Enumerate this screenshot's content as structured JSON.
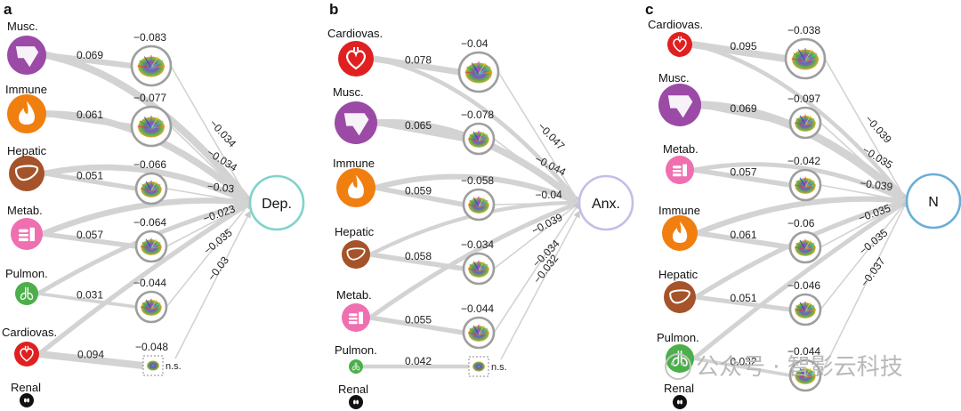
{
  "panels": [
    {
      "letter": "a",
      "outcome": {
        "label": "Dep.",
        "color": "#7fd3c9"
      },
      "organs": [
        {
          "label": "Musc.",
          "icon": "muscle-icon",
          "color": "#9b4aa6",
          "direct": "−0.083",
          "to_brain": "0.069",
          "brain_to_outcome": "−0.034",
          "brain_ns": false
        },
        {
          "label": "Immune",
          "icon": "flame-icon",
          "color": "#f07f10",
          "direct": "−0.077",
          "to_brain": "0.061",
          "brain_to_outcome": "−0.034",
          "brain_ns": false
        },
        {
          "label": "Hepatic",
          "icon": "liver-icon",
          "color": "#a5532a",
          "direct": "−0.066",
          "to_brain": "0.051",
          "brain_to_outcome": "−0.03",
          "brain_ns": false
        },
        {
          "label": "Metab.",
          "icon": "burger-icon",
          "color": "#ef6fb0",
          "direct": "−0.064",
          "to_brain": "0.057",
          "brain_to_outcome": "−0.023",
          "brain_ns": false
        },
        {
          "label": "Pulmon.",
          "icon": "lungs-icon",
          "color": "#4caf4a",
          "direct": "−0.044",
          "to_brain": "0.031",
          "brain_to_outcome": "−0.035",
          "brain_ns": false
        },
        {
          "label": "Cardiovas.",
          "icon": "heart-icon",
          "color": "#e02020",
          "direct": "−0.048",
          "to_brain": "0.094",
          "brain_to_outcome": "−0.03",
          "brain_ns": true
        },
        {
          "label": "Renal",
          "icon": "kidney-icon",
          "color": "#111111",
          "direct": "",
          "to_brain": "",
          "brain_to_outcome": "",
          "brain_ns": false
        }
      ]
    },
    {
      "letter": "b",
      "outcome": {
        "label": "Anx.",
        "color": "#c8bce8"
      },
      "organs": [
        {
          "label": "Cardiovas.",
          "icon": "heart-icon",
          "color": "#e02020",
          "direct": "−0.04",
          "to_brain": "0.078",
          "brain_to_outcome": "−0.047",
          "brain_ns": false
        },
        {
          "label": "Musc.",
          "icon": "muscle-icon",
          "color": "#9b4aa6",
          "direct": "−0.078",
          "to_brain": "0.065",
          "brain_to_outcome": "−0.044",
          "brain_ns": false
        },
        {
          "label": "Immune",
          "icon": "flame-icon",
          "color": "#f07f10",
          "direct": "−0.058",
          "to_brain": "0.059",
          "brain_to_outcome": "−0.04",
          "brain_ns": false
        },
        {
          "label": "Hepatic",
          "icon": "liver-icon",
          "color": "#a5532a",
          "direct": "−0.034",
          "to_brain": "0.058",
          "brain_to_outcome": "−0.039",
          "brain_ns": false
        },
        {
          "label": "Metab.",
          "icon": "burger-icon",
          "color": "#ef6fb0",
          "direct": "−0.044",
          "to_brain": "0.055",
          "brain_to_outcome": "−0.034",
          "brain_ns": false
        },
        {
          "label": "Pulmon.",
          "icon": "lungs-icon",
          "color": "#4caf4a",
          "direct": "",
          "to_brain": "0.042",
          "brain_to_outcome": "−0.032",
          "brain_ns": true
        },
        {
          "label": "Renal",
          "icon": "kidney-icon",
          "color": "#111111",
          "direct": "",
          "to_brain": "",
          "brain_to_outcome": "",
          "brain_ns": false
        }
      ]
    },
    {
      "letter": "c",
      "outcome": {
        "label": "N",
        "color": "#6aaed6"
      },
      "organs": [
        {
          "label": "Cardiovas.",
          "icon": "heart-icon",
          "color": "#e02020",
          "direct": "−0.038",
          "to_brain": "0.095",
          "brain_to_outcome": "−0.039",
          "brain_ns": false
        },
        {
          "label": "Musc.",
          "icon": "muscle-icon",
          "color": "#9b4aa6",
          "direct": "−0.097",
          "to_brain": "0.069",
          "brain_to_outcome": "−0.035",
          "brain_ns": false
        },
        {
          "label": "Metab.",
          "icon": "burger-icon",
          "color": "#ef6fb0",
          "direct": "−0.042",
          "to_brain": "0.057",
          "brain_to_outcome": "−0.039",
          "brain_ns": false
        },
        {
          "label": "Immune",
          "icon": "flame-icon",
          "color": "#f07f10",
          "direct": "−0.06",
          "to_brain": "0.061",
          "brain_to_outcome": "−0.035",
          "brain_ns": false
        },
        {
          "label": "Hepatic",
          "icon": "liver-icon",
          "color": "#a5532a",
          "direct": "−0.046",
          "to_brain": "0.051",
          "brain_to_outcome": "−0.035",
          "brain_ns": false
        },
        {
          "label": "Pulmon.",
          "icon": "lungs-icon",
          "color": "#4caf4a",
          "direct": "−0.044",
          "to_brain": "0.032",
          "brain_to_outcome": "−0.037",
          "brain_ns": false
        },
        {
          "label": "Renal",
          "icon": "kidney-icon",
          "color": "#111111",
          "direct": "",
          "to_brain": "",
          "brain_to_outcome": "",
          "brain_ns": false
        }
      ]
    }
  ],
  "ns_label": "n.s.",
  "watermark": "公众号 · 智影云科技",
  "colors": {
    "edge": "#d3d3d3",
    "brain_ring": "#9e9e9e"
  }
}
